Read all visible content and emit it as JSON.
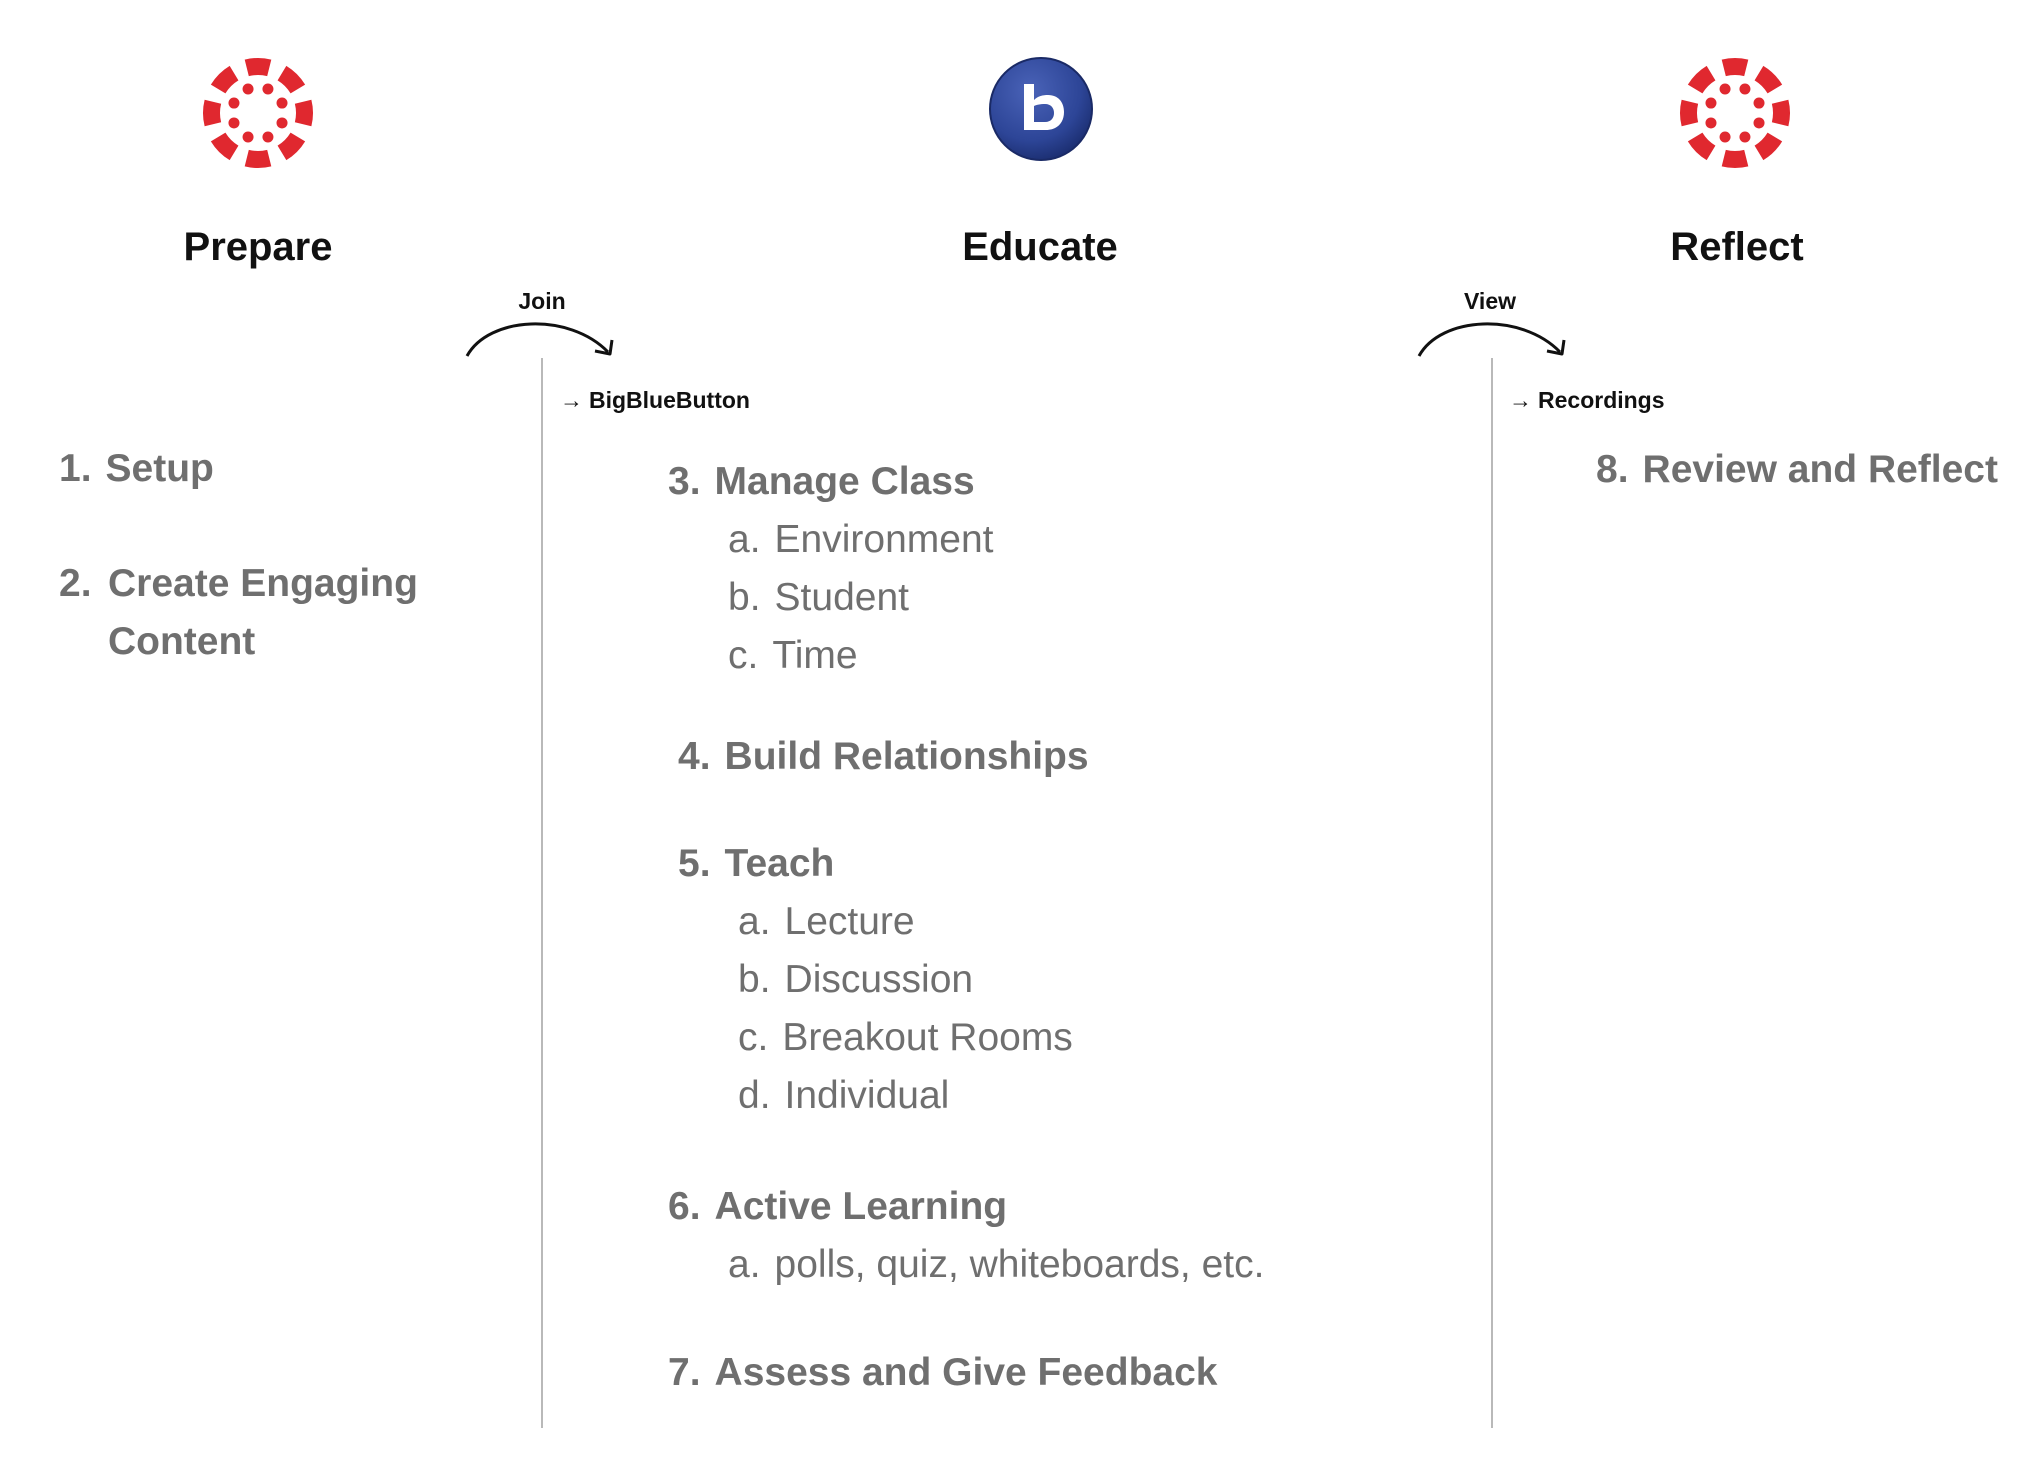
{
  "colors": {
    "canvas_red": "#e0282f",
    "bbb_blue": "#2d4597",
    "item_gray": "#6f6f6f",
    "divider_gray": "#b9b9b9",
    "title_black": "#111111"
  },
  "columns": [
    {
      "title": "Prepare",
      "logo": "canvas-logo-icon",
      "items": [
        {
          "num": "1.",
          "text": "Setup"
        },
        {
          "num": "2.",
          "text": "Create Engaging Content"
        }
      ]
    },
    {
      "title": "Educate",
      "logo": "bigbluebutton-logo-icon",
      "arrow_label": "Join",
      "link": "BigBlueButton",
      "items": [
        {
          "num": "3.",
          "text": "Manage Class",
          "subs": [
            {
              "num": "a.",
              "text": "Environment"
            },
            {
              "num": "b.",
              "text": "Student"
            },
            {
              "num": "c.",
              "text": "Time"
            }
          ]
        },
        {
          "num": "4.",
          "text": "Build Relationships"
        },
        {
          "num": "5.",
          "text": "Teach",
          "subs": [
            {
              "num": "a.",
              "text": "Lecture"
            },
            {
              "num": "b.",
              "text": "Discussion"
            },
            {
              "num": "c.",
              "text": "Breakout Rooms"
            },
            {
              "num": "d.",
              "text": "Individual"
            }
          ]
        },
        {
          "num": "6.",
          "text": "Active Learning",
          "subs": [
            {
              "num": "a.",
              "text": "polls, quiz, whiteboards, etc."
            }
          ]
        },
        {
          "num": "7.",
          "text": "Assess and Give Feedback"
        }
      ]
    },
    {
      "title": "Reflect",
      "logo": "canvas-logo-icon",
      "arrow_label": "View",
      "link": "Recordings",
      "items": [
        {
          "num": "8.",
          "text": "Review and Reflect"
        }
      ]
    }
  ]
}
